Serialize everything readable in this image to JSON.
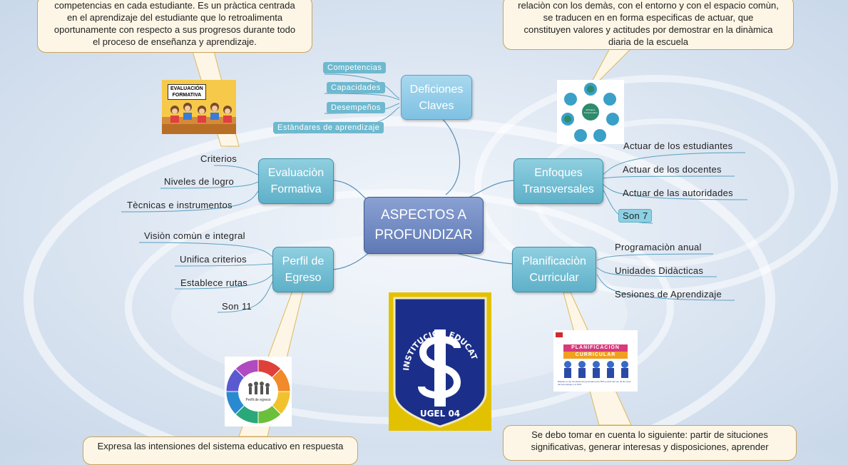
{
  "central": {
    "line1": "ASPECTOS A",
    "line2": "PROFUNDIZAR"
  },
  "definiciones": {
    "title1": "Deficiones",
    "title2": "Claves",
    "items": [
      "Competencias",
      "Capacidades",
      "Desempeños",
      "Estàndares de aprendizaje"
    ]
  },
  "evaluacion": {
    "title1": "Evaluaciòn",
    "title2": "Formativa",
    "items": [
      "Criterios",
      "Niveles de logro",
      "Tècnicas e instrumentos"
    ]
  },
  "enfoques": {
    "title1": "Enfoques",
    "title2": "Transversales",
    "items": [
      "Actuar de los estudiantes",
      "Actuar de los docentes",
      "Actuar de las autoridades",
      "Son 7"
    ]
  },
  "perfil": {
    "title1": "Perfil de",
    "title2": "Egreso",
    "items": [
      "Visiòn comùn e integral",
      "Unifica criterios",
      "Establece rutas",
      "Son 11"
    ]
  },
  "planificacion": {
    "title1": "Planificaciòn",
    "title2": "Curricular",
    "items": [
      "Programaciòn anual",
      "Unidades Didàcticas",
      "Sesiones de Aprendizaje"
    ]
  },
  "callouts": {
    "top_left": [
      "competencias en cada estudiante. Es un pràctica centrada",
      "en el  aprendizaje del estudiante  que lo retroalimenta",
      "oportunamente con respecto a sus progresos durante todo",
      "el proceso de enseñanza y aprendizaje."
    ],
    "top_right": [
      "relaciòn con los demàs, con el entorno y con el espacio comùn,",
      "se traducen en  en forma especificas de actuar, que",
      "constituyen valores y actitudes por demostrar en la dinàmica",
      "diaria de la escuela"
    ],
    "bottom_left": [
      "Expresa las intensiones del sistema educativo en respuesta"
    ],
    "bottom_right": [
      "Se debo tomar en cuenta lo siguiente: partir de situciones",
      "significativas, generar interesas y disposiciones, aprender"
    ]
  },
  "images": {
    "evaluacion_label": [
      "EVALUACIÓN",
      "FORMATIVA"
    ],
    "perfil_label": [
      "Perfil de egreso"
    ],
    "planificacion_label": [
      "PLANIFICACIÓN",
      "CURRICULAR"
    ],
    "planificacion_caption": "Basado en las orientaciones generales para TRS a partir del uso de las rutas del Aprendizaje y el DCN",
    "enfoques_center": "Enfoques Transversales"
  },
  "logo": {
    "arc_text": "INSTITUCION EDUCATIVA",
    "bottom": "UGEL 04"
  },
  "colors": {
    "node": "#6fb9cf",
    "central": "#6e86c0",
    "callout_bg": "#fdf6e6",
    "logo_blue": "#1b2f8a",
    "logo_gold": "#e2c200"
  }
}
